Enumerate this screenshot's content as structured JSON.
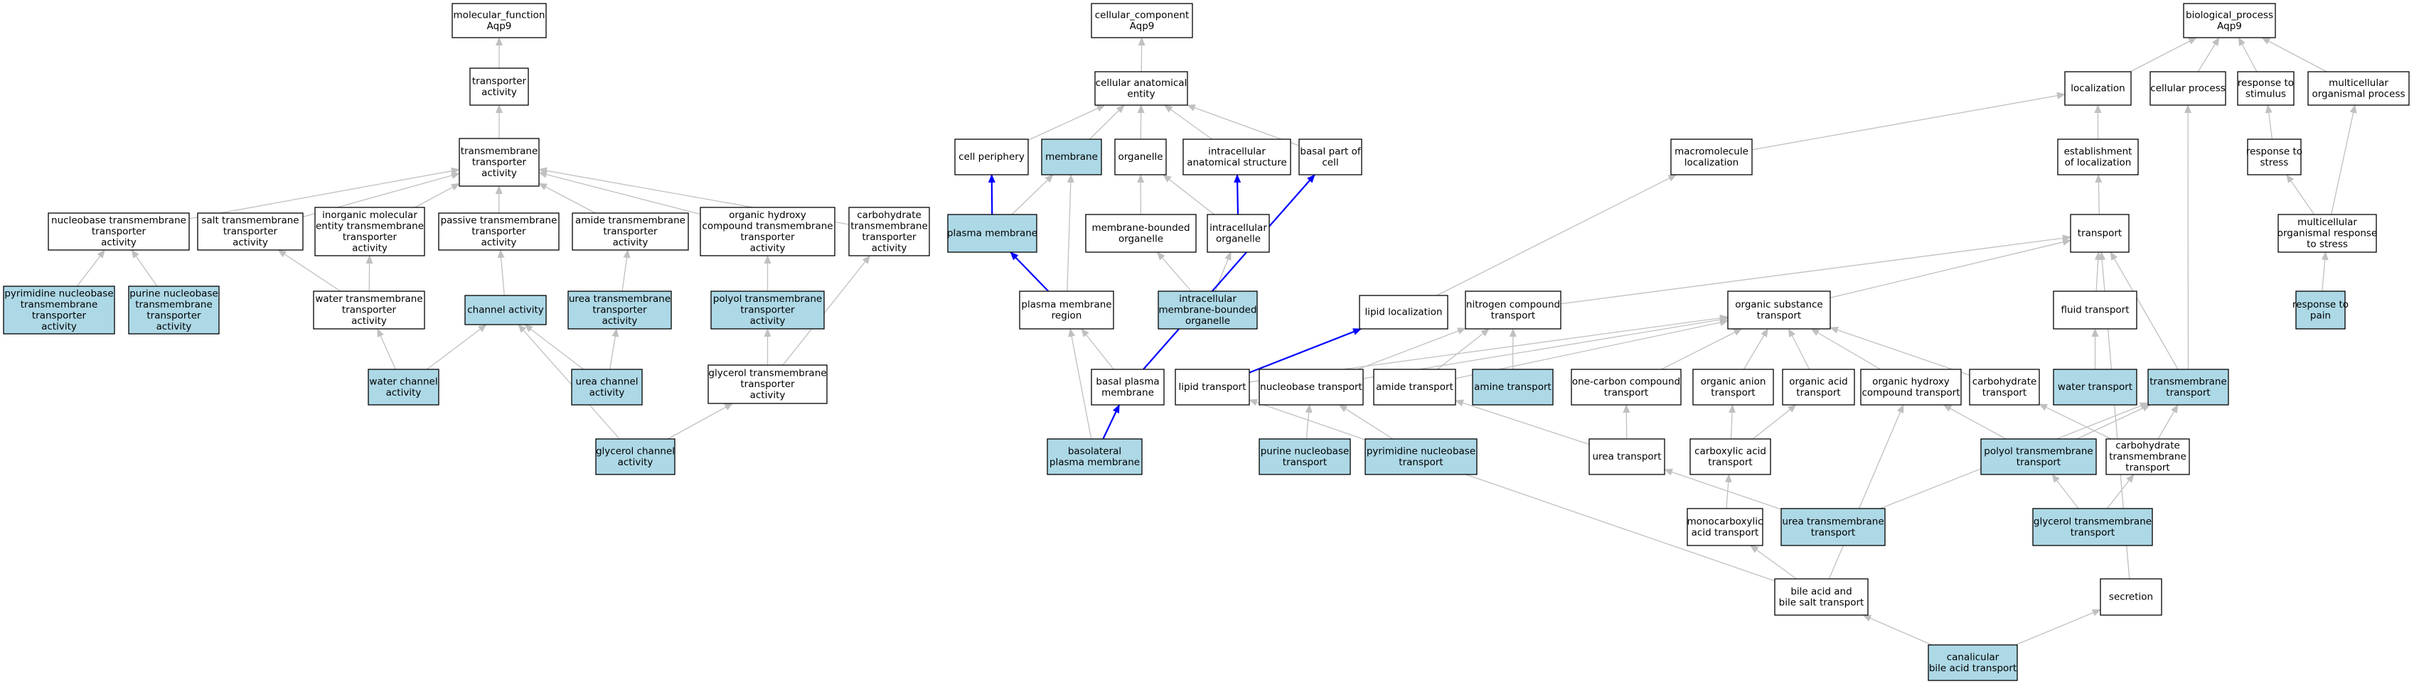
{
  "colors": {
    "highlight_fill": "#add8e6",
    "plain_fill": "#ffffff",
    "grey_edge": "#c0c0c0",
    "blue_edge": "#0000ff",
    "stroke": "#000000"
  },
  "nodes": {
    "mf_root": {
      "lines": [
        "molecular_function",
        "Aqp9"
      ],
      "hl": false
    },
    "transporter_activity": {
      "lines": [
        "transporter",
        "activity"
      ],
      "hl": false
    },
    "tm_transporter_activity": {
      "lines": [
        "transmembrane",
        "transporter",
        "activity"
      ],
      "hl": false
    },
    "nucleobase_tm_activity": {
      "lines": [
        "nucleobase transmembrane",
        "transporter",
        "activity"
      ],
      "hl": false
    },
    "salt_tm_activity": {
      "lines": [
        "salt transmembrane",
        "transporter",
        "activity"
      ],
      "hl": false
    },
    "inorganic_tm_activity": {
      "lines": [
        "inorganic molecular",
        "entity transmembrane",
        "transporter",
        "activity"
      ],
      "hl": false
    },
    "passive_tm_activity": {
      "lines": [
        "passive transmembrane",
        "transporter",
        "activity"
      ],
      "hl": false
    },
    "amide_tm_activity": {
      "lines": [
        "amide transmembrane",
        "transporter",
        "activity"
      ],
      "hl": false
    },
    "organic_hydroxy_tm_activity": {
      "lines": [
        "organic hydroxy",
        "compound transmembrane",
        "transporter",
        "activity"
      ],
      "hl": false
    },
    "carbohydrate_tm_activity": {
      "lines": [
        "carbohydrate",
        "transmembrane",
        "transporter",
        "activity"
      ],
      "hl": false
    },
    "pyrimidine_tm_activity": {
      "lines": [
        "pyrimidine nucleobase",
        "transmembrane",
        "transporter",
        "activity"
      ],
      "hl": true
    },
    "purine_tm_activity": {
      "lines": [
        "purine nucleobase",
        "transmembrane",
        "transporter",
        "activity"
      ],
      "hl": true
    },
    "water_tm_activity": {
      "lines": [
        "water transmembrane",
        "transporter",
        "activity"
      ],
      "hl": false
    },
    "channel_activity": {
      "lines": [
        "channel activity"
      ],
      "hl": true
    },
    "urea_tm_activity": {
      "lines": [
        "urea transmembrane",
        "transporter",
        "activity"
      ],
      "hl": true
    },
    "polyol_tm_activity": {
      "lines": [
        "polyol transmembrane",
        "transporter",
        "activity"
      ],
      "hl": true
    },
    "glycerol_tm_activity": {
      "lines": [
        "glycerol transmembrane",
        "transporter",
        "activity"
      ],
      "hl": false
    },
    "water_channel_activity": {
      "lines": [
        "water channel",
        "activity"
      ],
      "hl": true
    },
    "urea_channel_activity": {
      "lines": [
        "urea channel",
        "activity"
      ],
      "hl": true
    },
    "glycerol_channel_activity": {
      "lines": [
        "glycerol channel",
        "activity"
      ],
      "hl": true
    },
    "cc_root": {
      "lines": [
        "cellular_component",
        "Aqp9"
      ],
      "hl": false
    },
    "cellular_anatomical_entity": {
      "lines": [
        "cellular anatomical",
        "entity"
      ],
      "hl": false
    },
    "cell_periphery": {
      "lines": [
        "cell periphery"
      ],
      "hl": false
    },
    "membrane": {
      "lines": [
        "membrane"
      ],
      "hl": true
    },
    "organelle": {
      "lines": [
        "organelle"
      ],
      "hl": false
    },
    "intracellular_anatomical_structure": {
      "lines": [
        "intracellular",
        "anatomical structure"
      ],
      "hl": false
    },
    "basal_part_of_cell": {
      "lines": [
        "basal part of",
        "cell"
      ],
      "hl": false
    },
    "plasma_membrane": {
      "lines": [
        "plasma membrane"
      ],
      "hl": true
    },
    "membrane_bounded_organelle": {
      "lines": [
        "membrane-bounded",
        "organelle"
      ],
      "hl": false
    },
    "intracellular_organelle": {
      "lines": [
        "intracellular",
        "organelle"
      ],
      "hl": false
    },
    "intracellular_mb_organelle": {
      "lines": [
        "intracellular",
        "membrane-bounded",
        "organelle"
      ],
      "hl": true
    },
    "plasma_membrane_region": {
      "lines": [
        "plasma membrane",
        "region"
      ],
      "hl": false
    },
    "basal_plasma_membrane": {
      "lines": [
        "basal plasma",
        "membrane"
      ],
      "hl": false
    },
    "basolateral_plasma_membrane": {
      "lines": [
        "basolateral",
        "plasma membrane"
      ],
      "hl": true
    },
    "bp_root": {
      "lines": [
        "biological_process",
        "Aqp9"
      ],
      "hl": false
    },
    "localization": {
      "lines": [
        "localization"
      ],
      "hl": false
    },
    "cellular_process": {
      "lines": [
        "cellular process"
      ],
      "hl": false
    },
    "response_to_stimulus": {
      "lines": [
        "response to",
        "stimulus"
      ],
      "hl": false
    },
    "multicellular_organismal_process": {
      "lines": [
        "multicellular",
        "organismal process"
      ],
      "hl": false
    },
    "macromolecule_localization": {
      "lines": [
        "macromolecule",
        "localization"
      ],
      "hl": false
    },
    "establishment_of_localization": {
      "lines": [
        "establishment",
        "of localization"
      ],
      "hl": false
    },
    "response_to_stress": {
      "lines": [
        "response to",
        "stress"
      ],
      "hl": false
    },
    "transport": {
      "lines": [
        "transport"
      ],
      "hl": false
    },
    "multicellular_response_to_stress": {
      "lines": [
        "multicellular",
        "organismal response",
        "to stress"
      ],
      "hl": false
    },
    "lipid_localization": {
      "lines": [
        "lipid localization"
      ],
      "hl": false
    },
    "nitrogen_compound_transport": {
      "lines": [
        "nitrogen compound",
        "transport"
      ],
      "hl": false
    },
    "organic_substance_transport": {
      "lines": [
        "organic substance",
        "transport"
      ],
      "hl": false
    },
    "fluid_transport": {
      "lines": [
        "fluid transport"
      ],
      "hl": false
    },
    "response_to_pain": {
      "lines": [
        "response to",
        "pain"
      ],
      "hl": true
    },
    "lipid_transport": {
      "lines": [
        "lipid transport"
      ],
      "hl": false
    },
    "nucleobase_transport": {
      "lines": [
        "nucleobase transport"
      ],
      "hl": false
    },
    "amide_transport": {
      "lines": [
        "amide transport"
      ],
      "hl": false
    },
    "amine_transport": {
      "lines": [
        "amine transport"
      ],
      "hl": true
    },
    "one_carbon_transport": {
      "lines": [
        "one-carbon compound",
        "transport"
      ],
      "hl": false
    },
    "organic_anion_transport": {
      "lines": [
        "organic anion",
        "transport"
      ],
      "hl": false
    },
    "organic_acid_transport": {
      "lines": [
        "organic acid",
        "transport"
      ],
      "hl": false
    },
    "organic_hydroxy_transport": {
      "lines": [
        "organic hydroxy",
        "compound transport"
      ],
      "hl": false
    },
    "carbohydrate_transport": {
      "lines": [
        "carbohydrate",
        "transport"
      ],
      "hl": false
    },
    "water_transport": {
      "lines": [
        "water transport"
      ],
      "hl": true
    },
    "transmembrane_transport": {
      "lines": [
        "transmembrane",
        "transport"
      ],
      "hl": true
    },
    "purine_transport": {
      "lines": [
        "purine nucleobase",
        "transport"
      ],
      "hl": true
    },
    "pyrimidine_transport": {
      "lines": [
        "pyrimidine nucleobase",
        "transport"
      ],
      "hl": true
    },
    "urea_transport": {
      "lines": [
        "urea transport"
      ],
      "hl": false
    },
    "carboxylic_acid_transport": {
      "lines": [
        "carboxylic acid",
        "transport"
      ],
      "hl": false
    },
    "polyol_tm_transport": {
      "lines": [
        "polyol transmembrane",
        "transport"
      ],
      "hl": true
    },
    "carbohydrate_tm_transport": {
      "lines": [
        "carbohydrate",
        "transmembrane",
        "transport"
      ],
      "hl": false
    },
    "monocarboxylic_transport": {
      "lines": [
        "monocarboxylic",
        "acid transport"
      ],
      "hl": false
    },
    "urea_tm_transport": {
      "lines": [
        "urea transmembrane",
        "transport"
      ],
      "hl": true
    },
    "glycerol_tm_transport": {
      "lines": [
        "glycerol transmembrane",
        "transport"
      ],
      "hl": true
    },
    "bile_acid_transport": {
      "lines": [
        "bile acid and",
        "bile salt transport"
      ],
      "hl": false
    },
    "secretion": {
      "lines": [
        "secretion"
      ],
      "hl": false
    },
    "canalicular_bile_acid_transport": {
      "lines": [
        "canalicular",
        "bile acid transport"
      ],
      "hl": true
    }
  },
  "edges": [
    [
      "transporter_activity",
      "mf_root",
      "g"
    ],
    [
      "tm_transporter_activity",
      "transporter_activity",
      "g"
    ],
    [
      "nucleobase_tm_activity",
      "tm_transporter_activity",
      "g"
    ],
    [
      "salt_tm_activity",
      "tm_transporter_activity",
      "g"
    ],
    [
      "inorganic_tm_activity",
      "tm_transporter_activity",
      "g"
    ],
    [
      "passive_tm_activity",
      "tm_transporter_activity",
      "g"
    ],
    [
      "amide_tm_activity",
      "tm_transporter_activity",
      "g"
    ],
    [
      "organic_hydroxy_tm_activity",
      "tm_transporter_activity",
      "g"
    ],
    [
      "carbohydrate_tm_activity",
      "tm_transporter_activity",
      "g"
    ],
    [
      "pyrimidine_tm_activity",
      "nucleobase_tm_activity",
      "g"
    ],
    [
      "purine_tm_activity",
      "nucleobase_tm_activity",
      "g"
    ],
    [
      "water_tm_activity",
      "salt_tm_activity",
      "g"
    ],
    [
      "water_tm_activity",
      "inorganic_tm_activity",
      "g"
    ],
    [
      "channel_activity",
      "passive_tm_activity",
      "g"
    ],
    [
      "urea_tm_activity",
      "amide_tm_activity",
      "g"
    ],
    [
      "polyol_tm_activity",
      "organic_hydroxy_tm_activity",
      "g"
    ],
    [
      "glycerol_tm_activity",
      "polyol_tm_activity",
      "g"
    ],
    [
      "glycerol_tm_activity",
      "carbohydrate_tm_activity",
      "g"
    ],
    [
      "water_channel_activity",
      "water_tm_activity",
      "g"
    ],
    [
      "water_channel_activity",
      "channel_activity",
      "g"
    ],
    [
      "urea_channel_activity",
      "channel_activity",
      "g"
    ],
    [
      "urea_channel_activity",
      "urea_tm_activity",
      "g"
    ],
    [
      "glycerol_channel_activity",
      "channel_activity",
      "g"
    ],
    [
      "glycerol_channel_activity",
      "glycerol_tm_activity",
      "g"
    ],
    [
      "cellular_anatomical_entity",
      "cc_root",
      "g"
    ],
    [
      "cell_periphery",
      "cellular_anatomical_entity",
      "g"
    ],
    [
      "membrane",
      "cellular_anatomical_entity",
      "g"
    ],
    [
      "organelle",
      "cellular_anatomical_entity",
      "g"
    ],
    [
      "intracellular_anatomical_structure",
      "cellular_anatomical_entity",
      "g"
    ],
    [
      "basal_part_of_cell",
      "cellular_anatomical_entity",
      "g"
    ],
    [
      "plasma_membrane",
      "cell_periphery",
      "b"
    ],
    [
      "plasma_membrane",
      "membrane",
      "g"
    ],
    [
      "membrane_bounded_organelle",
      "organelle",
      "g"
    ],
    [
      "intracellular_organelle",
      "organelle",
      "g"
    ],
    [
      "intracellular_organelle",
      "intracellular_anatomical_structure",
      "b"
    ],
    [
      "intracellular_mb_organelle",
      "membrane_bounded_organelle",
      "g"
    ],
    [
      "intracellular_mb_organelle",
      "intracellular_organelle",
      "g"
    ],
    [
      "plasma_membrane_region",
      "plasma_membrane",
      "b"
    ],
    [
      "plasma_membrane_region",
      "membrane",
      "g"
    ],
    [
      "basal_plasma_membrane",
      "plasma_membrane_region",
      "g"
    ],
    [
      "basal_plasma_membrane",
      "basal_part_of_cell",
      "b"
    ],
    [
      "basolateral_plasma_membrane",
      "plasma_membrane_region",
      "g"
    ],
    [
      "basolateral_plasma_membrane",
      "basal_plasma_membrane",
      "b"
    ],
    [
      "localization",
      "bp_root",
      "g"
    ],
    [
      "cellular_process",
      "bp_root",
      "g"
    ],
    [
      "response_to_stimulus",
      "bp_root",
      "g"
    ],
    [
      "multicellular_organismal_process",
      "bp_root",
      "g"
    ],
    [
      "macromolecule_localization",
      "localization",
      "g"
    ],
    [
      "establishment_of_localization",
      "localization",
      "g"
    ],
    [
      "response_to_stress",
      "response_to_stimulus",
      "g"
    ],
    [
      "transport",
      "establishment_of_localization",
      "g"
    ],
    [
      "multicellular_response_to_stress",
      "response_to_stress",
      "g"
    ],
    [
      "multicellular_response_to_stress",
      "multicellular_organismal_process",
      "g"
    ],
    [
      "lipid_localization",
      "macromolecule_localization",
      "g"
    ],
    [
      "nitrogen_compound_transport",
      "transport",
      "g"
    ],
    [
      "organic_substance_transport",
      "transport",
      "g"
    ],
    [
      "fluid_transport",
      "transport",
      "g"
    ],
    [
      "response_to_pain",
      "multicellular_response_to_stress",
      "g"
    ],
    [
      "lipid_transport",
      "lipid_localization",
      "b"
    ],
    [
      "lipid_transport",
      "organic_substance_transport",
      "g"
    ],
    [
      "nucleobase_transport",
      "nitrogen_compound_transport",
      "g"
    ],
    [
      "nucleobase_transport",
      "organic_substance_transport",
      "g"
    ],
    [
      "amide_transport",
      "nitrogen_compound_transport",
      "g"
    ],
    [
      "amide_transport",
      "organic_substance_transport",
      "g"
    ],
    [
      "amine_transport",
      "nitrogen_compound_transport",
      "g"
    ],
    [
      "one_carbon_transport",
      "organic_substance_transport",
      "g"
    ],
    [
      "organic_anion_transport",
      "organic_substance_transport",
      "g"
    ],
    [
      "organic_acid_transport",
      "organic_substance_transport",
      "g"
    ],
    [
      "organic_hydroxy_transport",
      "organic_substance_transport",
      "g"
    ],
    [
      "carbohydrate_transport",
      "organic_substance_transport",
      "g"
    ],
    [
      "water_transport",
      "fluid_transport",
      "g"
    ],
    [
      "transmembrane_transport",
      "transport",
      "g"
    ],
    [
      "transmembrane_transport",
      "cellular_process",
      "g"
    ],
    [
      "purine_transport",
      "nucleobase_transport",
      "g"
    ],
    [
      "pyrimidine_transport",
      "nucleobase_transport",
      "g"
    ],
    [
      "urea_transport",
      "amide_transport",
      "g"
    ],
    [
      "urea_transport",
      "one_carbon_transport",
      "g"
    ],
    [
      "carboxylic_acid_transport",
      "organic_anion_transport",
      "g"
    ],
    [
      "carboxylic_acid_transport",
      "organic_acid_transport",
      "g"
    ],
    [
      "polyol_tm_transport",
      "organic_hydroxy_transport",
      "g"
    ],
    [
      "polyol_tm_transport",
      "transmembrane_transport",
      "g"
    ],
    [
      "carbohydrate_tm_transport",
      "carbohydrate_transport",
      "g"
    ],
    [
      "carbohydrate_tm_transport",
      "transmembrane_transport",
      "g"
    ],
    [
      "monocarboxylic_transport",
      "carboxylic_acid_transport",
      "g"
    ],
    [
      "urea_tm_transport",
      "urea_transport",
      "g"
    ],
    [
      "urea_tm_transport",
      "transmembrane_transport",
      "g"
    ],
    [
      "glycerol_tm_transport",
      "polyol_tm_transport",
      "g"
    ],
    [
      "glycerol_tm_transport",
      "carbohydrate_tm_transport",
      "g"
    ],
    [
      "bile_acid_transport",
      "monocarboxylic_transport",
      "g"
    ],
    [
      "bile_acid_transport",
      "organic_hydroxy_transport",
      "g"
    ],
    [
      "bile_acid_transport",
      "lipid_transport",
      "g"
    ],
    [
      "secretion",
      "transport",
      "g"
    ],
    [
      "canalicular_bile_acid_transport",
      "bile_acid_transport",
      "g"
    ],
    [
      "canalicular_bile_acid_transport",
      "secretion",
      "g"
    ]
  ]
}
